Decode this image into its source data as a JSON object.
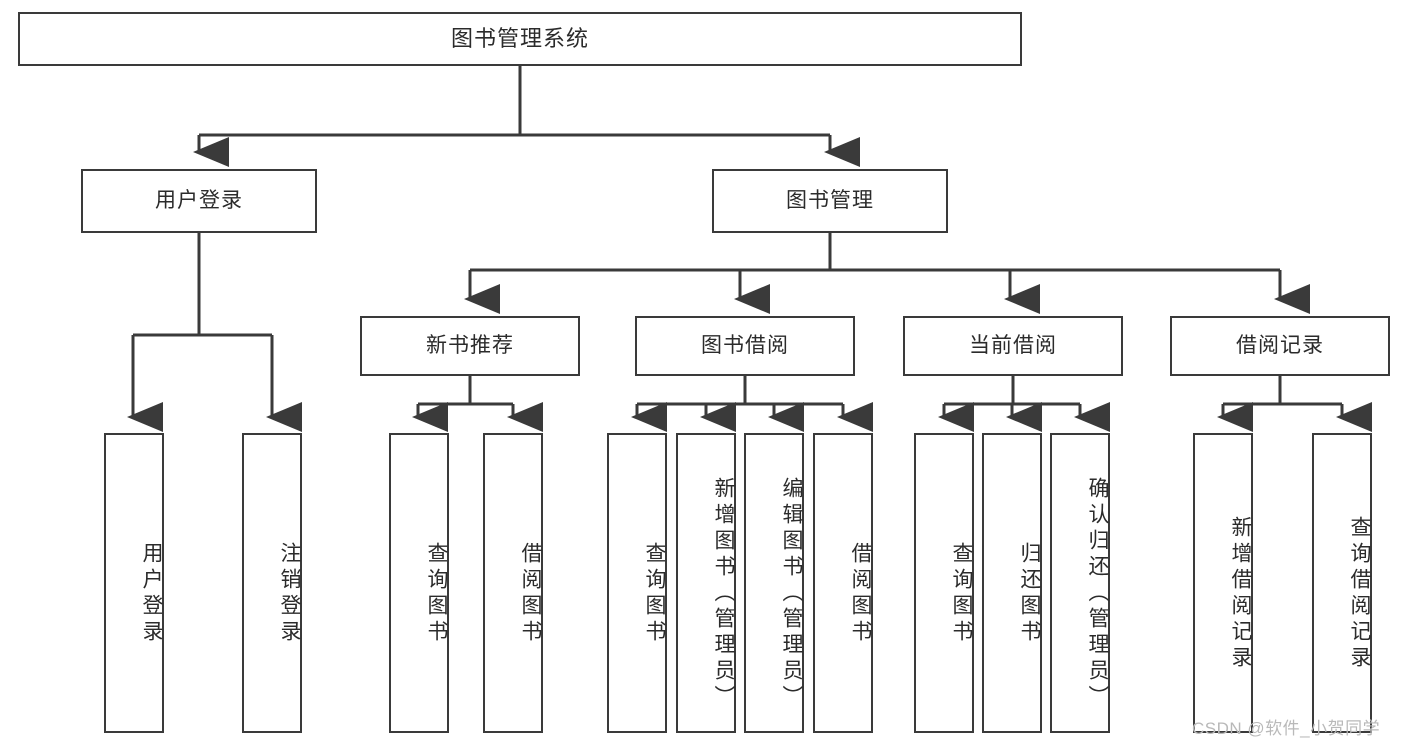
{
  "diagram": {
    "type": "tree-hierarchy",
    "title": "图书管理系统",
    "root": {
      "label": "图书管理系统"
    },
    "level2": [
      {
        "id": "user-login",
        "label": "用户登录"
      },
      {
        "id": "book-manage",
        "label": "图书管理"
      }
    ],
    "level3": [
      {
        "id": "new-book-recommend",
        "label": "新书推荐",
        "parent": "book-manage"
      },
      {
        "id": "book-borrow",
        "label": "图书借阅",
        "parent": "book-manage"
      },
      {
        "id": "current-borrow",
        "label": "当前借阅",
        "parent": "book-manage"
      },
      {
        "id": "borrow-record",
        "label": "借阅记录",
        "parent": "book-manage"
      }
    ],
    "leaves": [
      {
        "id": "leaf-user-login",
        "label": "用户登录",
        "parent": "user-login"
      },
      {
        "id": "leaf-logout",
        "label": "注销登录",
        "parent": "user-login"
      },
      {
        "id": "leaf-query-book-1",
        "label": "查询图书",
        "parent": "new-book-recommend"
      },
      {
        "id": "leaf-borrow-book-1",
        "label": "借阅图书",
        "parent": "new-book-recommend"
      },
      {
        "id": "leaf-query-book-2",
        "label": "查询图书",
        "parent": "book-borrow"
      },
      {
        "id": "leaf-add-book",
        "label": "新增图书（管理员）",
        "parent": "book-borrow"
      },
      {
        "id": "leaf-edit-book",
        "label": "编辑图书（管理员）",
        "parent": "book-borrow"
      },
      {
        "id": "leaf-borrow-book-2",
        "label": "借阅图书",
        "parent": "book-borrow"
      },
      {
        "id": "leaf-query-book-3",
        "label": "查询图书",
        "parent": "current-borrow"
      },
      {
        "id": "leaf-return-book",
        "label": "归还图书",
        "parent": "current-borrow"
      },
      {
        "id": "leaf-confirm-return",
        "label": "确认归还（管理员）",
        "parent": "current-borrow"
      },
      {
        "id": "leaf-add-record",
        "label": "新增借阅记录",
        "parent": "borrow-record"
      },
      {
        "id": "leaf-query-record",
        "label": "查询借阅记录",
        "parent": "borrow-record"
      }
    ],
    "colors": {
      "stroke": "#3a3a3a",
      "text": "#2b2b2b",
      "background": "#ffffff",
      "watermark": "#b9b9b9"
    }
  },
  "watermark": {
    "text": "CSDN @软件_小贺同学"
  }
}
